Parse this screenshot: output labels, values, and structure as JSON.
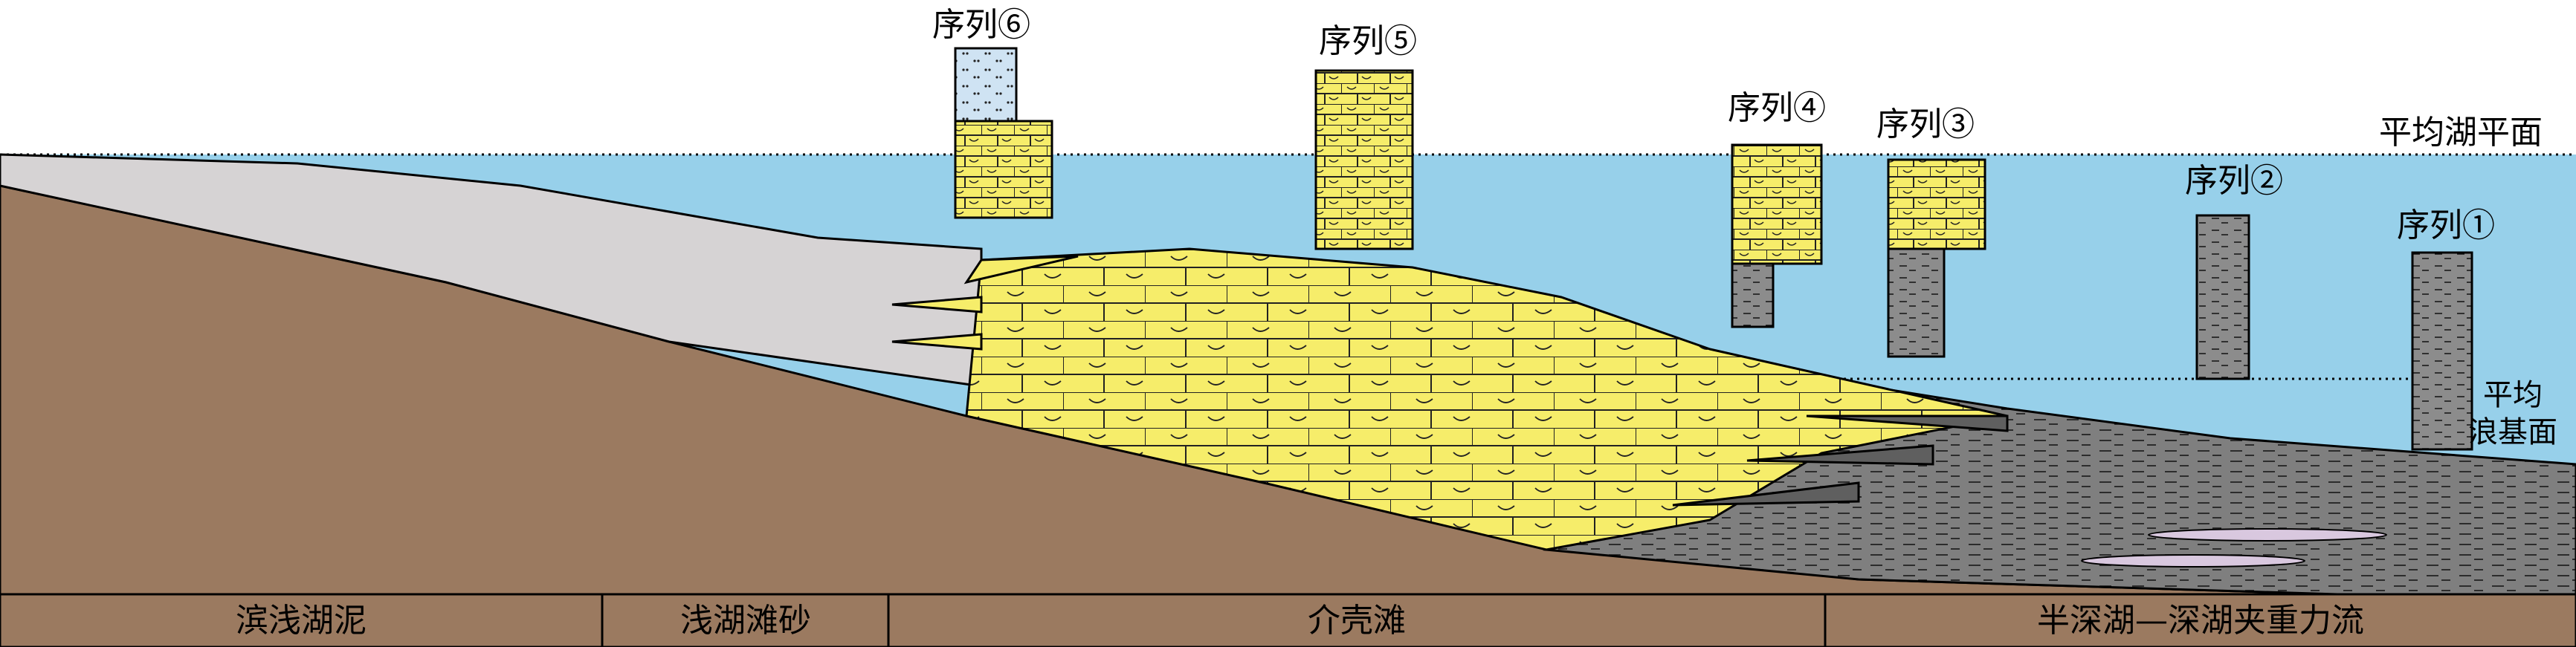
{
  "diagram": {
    "lake_level_label": "平均湖平面",
    "wave_base_label_line1": "平均",
    "wave_base_label_line2": "浪基面",
    "sequences": [
      "序列⑥",
      "序列⑤",
      "序列④",
      "序列③",
      "序列②",
      "序列①"
    ],
    "facies": [
      "滨浅湖泥",
      "浅湖滩砂",
      "介壳滩",
      "半深湖—深湖夹重力流"
    ]
  },
  "colors": {
    "water": "#97d0ea",
    "bedrock": "#9b7a60",
    "mudstone_light": "#d6d3d4",
    "mudstone_dark": "#7f7f7f",
    "shell_bank": "#f6ed6a",
    "turbidite": "#d9c8df",
    "siltstone": "#cfe3f3"
  }
}
